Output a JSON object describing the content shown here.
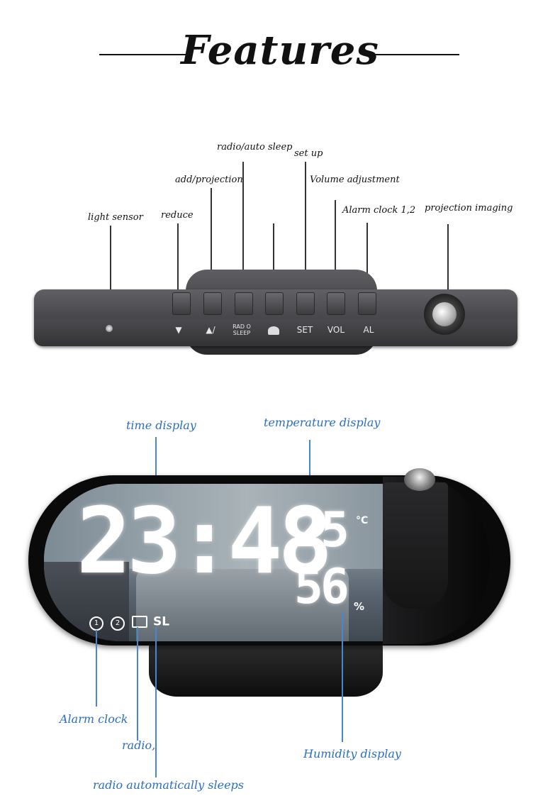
{
  "title": "Features",
  "top_labels": {
    "light_sensor": "light sensor",
    "reduce": "reduce",
    "add_projection": "add/projection",
    "radio_auto_sleep": "radio/auto sleep",
    "set_up": "set up",
    "volume_adjustment": "Volume adjustment",
    "alarm_clock": "Alarm clock 1,2",
    "projection_imaging": "projection imaging"
  },
  "button_labels": {
    "down": "▼",
    "up_proj": "▲/",
    "radio_l1": "RAD O",
    "radio_l2": "SLEEP",
    "set": "SET",
    "vol": "VOL",
    "al": "AL"
  },
  "bottom_labels": {
    "time_display": "time display",
    "temperature_display": "temperature display",
    "alarm_clock": "Alarm clock",
    "radio": "radio,",
    "radio_sleeps": "radio automatically sleeps",
    "humidity_display": "Humidity display"
  },
  "display": {
    "time": "23:48",
    "temperature": "25",
    "temp_unit": "°C",
    "humidity": "56",
    "humidity_unit": "%",
    "alarm1": "1",
    "alarm2": "2",
    "sleep": "SL"
  },
  "colors": {
    "label_blue": "#2a6fbf",
    "device_gray": "#4a4a4e"
  }
}
